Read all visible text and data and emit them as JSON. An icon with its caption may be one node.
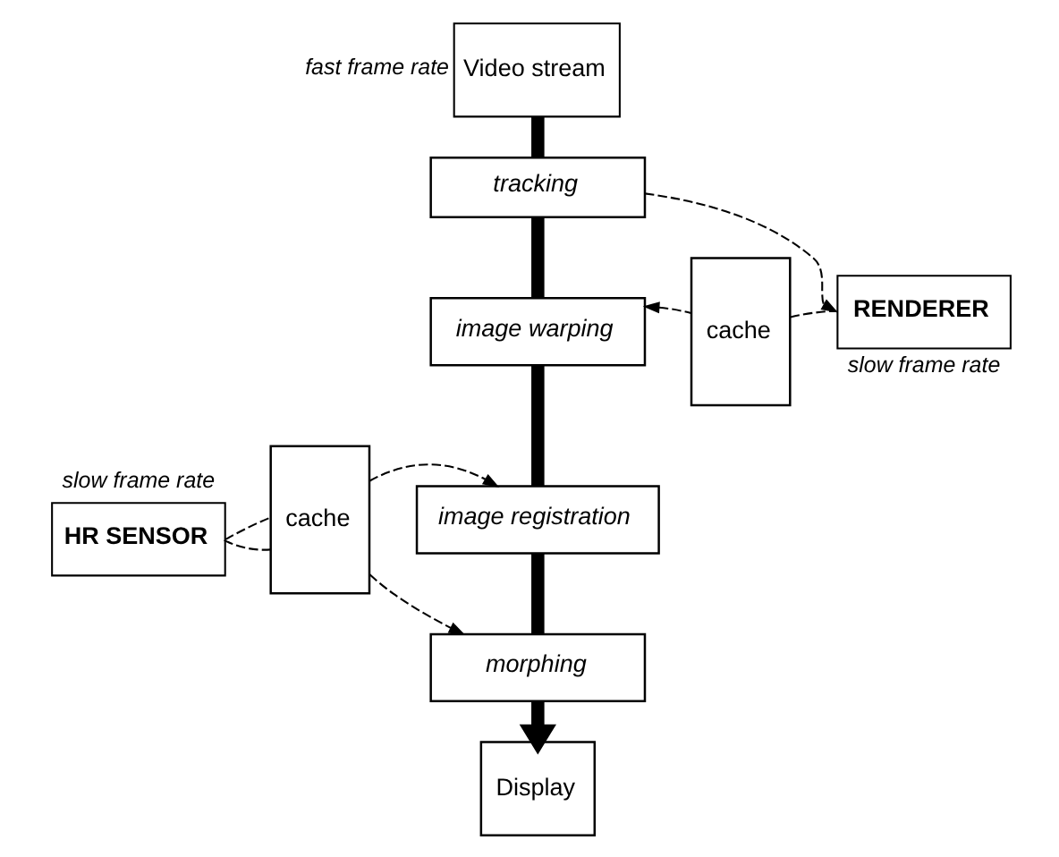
{
  "diagram": {
    "nodes": [
      {
        "text": [
          "Video stream"
        ],
        "beside": [
          "fast frame rate"
        ]
      },
      {
        "text": [
          "tracking"
        ]
      },
      {
        "text": [
          "image warping"
        ]
      },
      {
        "text": [
          "image registration"
        ]
      },
      {
        "text": [
          "morphing"
        ]
      },
      {
        "text": [
          "Display"
        ]
      },
      {
        "text": [
          "RENDERER"
        ],
        "beside": [
          "slow frame rate"
        ]
      },
      {
        "text": [
          "cache"
        ]
      },
      {
        "text": [
          "HR SENSOR"
        ],
        "beside": [
          "slow frame rate"
        ]
      },
      {
        "text": [
          "cache"
        ]
      }
    ],
    "edges": [
      {
        "from": 0,
        "to": 1,
        "arrow": "none",
        "style": "thick"
      },
      {
        "from": 1,
        "to": 2,
        "arrow": "none",
        "style": "thick"
      },
      {
        "from": 2,
        "to": 3,
        "arrow": "none",
        "style": "thick"
      },
      {
        "from": 3,
        "to": 4,
        "arrow": "none",
        "style": "thick"
      },
      {
        "from": 4,
        "to": 5,
        "arrow": "to",
        "style": "thick"
      },
      {
        "from": 1,
        "to": 6,
        "arrow": "to",
        "style": "dashed"
      },
      {
        "from": 6,
        "to": 7,
        "arrow": "none",
        "style": "dashed"
      },
      {
        "from": 7,
        "to": 2,
        "arrow": "to",
        "style": "dashed"
      },
      {
        "from": 8,
        "to": 9,
        "arrow": "none",
        "style": "dashed"
      },
      {
        "from": 9,
        "to": 3,
        "arrow": "to",
        "style": "dashed"
      },
      {
        "from": 8,
        "to": 9,
        "arrow": "none",
        "style": "dashed"
      },
      {
        "from": 9,
        "to": 4,
        "arrow": "to",
        "style": "dashed"
      }
    ]
  }
}
